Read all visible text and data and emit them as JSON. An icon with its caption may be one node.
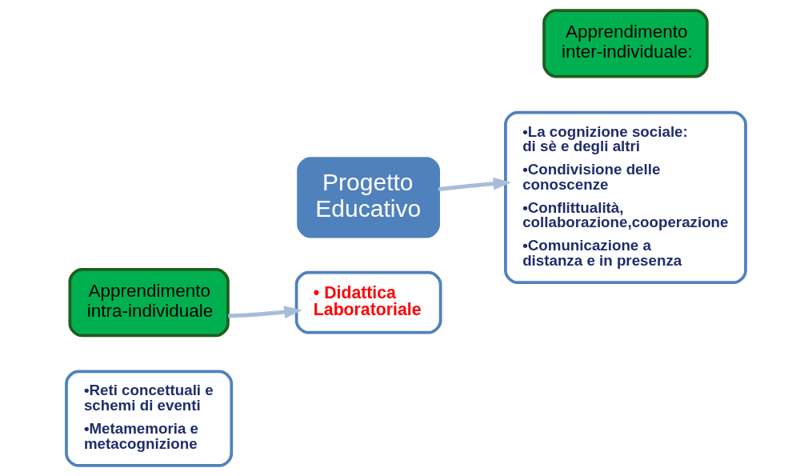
{
  "diagram": {
    "nodes": [
      {
        "text": [
          "•Reti concettuali e schemi di eventi",
          "•Metamemoria e metacognizione"
        ]
      },
      {
        "text": [
          "Apprendimento intra-individuale"
        ]
      },
      {
        "text": [
          "Progetto Educativo"
        ]
      },
      {
        "text": [
          "• Didattica Laboratoriale"
        ]
      },
      {
        "text": [
          "Apprendimento inter-individuale:"
        ]
      },
      {
        "text": [
          "•La cognizione sociale: di sè e degli altri",
          "•Condivisione delle conoscenze",
          "•Conflittualità, collaborazione,cooperazione",
          "•Comunicazione a distanza e in presenza"
        ]
      }
    ],
    "edges": [
      {
        "from": 1,
        "to": 3,
        "arrow": "to"
      },
      {
        "from": 2,
        "to": 5,
        "arrow": "to"
      }
    ]
  }
}
